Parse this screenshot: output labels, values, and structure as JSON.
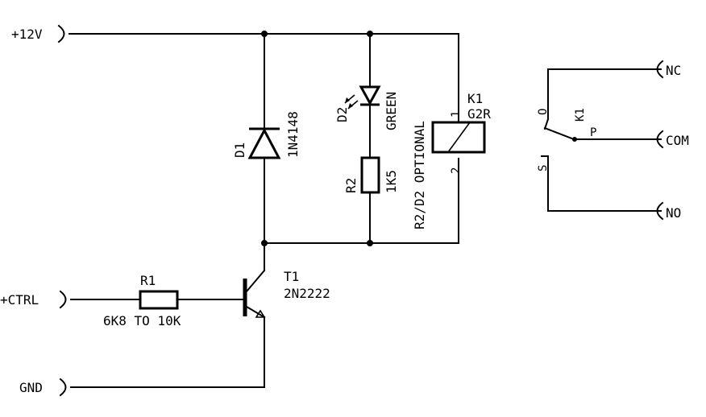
{
  "ports": {
    "v12": "+12V",
    "ctrl": "+CTRL",
    "gnd": "GND",
    "nc": "NC",
    "com": "COM",
    "no": "NO"
  },
  "components": {
    "d1": {
      "ref": "D1",
      "value": "1N4148"
    },
    "d2": {
      "ref": "D2",
      "value": "GREEN"
    },
    "r2": {
      "ref": "R2",
      "value": "1K5"
    },
    "r1": {
      "ref": "R1",
      "value": "6K8 TO 10K"
    },
    "t1": {
      "ref": "T1",
      "value": "2N2222"
    },
    "k1_coil": {
      "ref": "K1",
      "value": "G2R",
      "pin1": "1",
      "pin2": "2"
    },
    "k1_contact": {
      "ref": "K1",
      "pin_o": "O",
      "pin_p": "P",
      "pin_s": "S"
    }
  },
  "notes": {
    "optional": "R2/D2 OPTIONAL"
  }
}
